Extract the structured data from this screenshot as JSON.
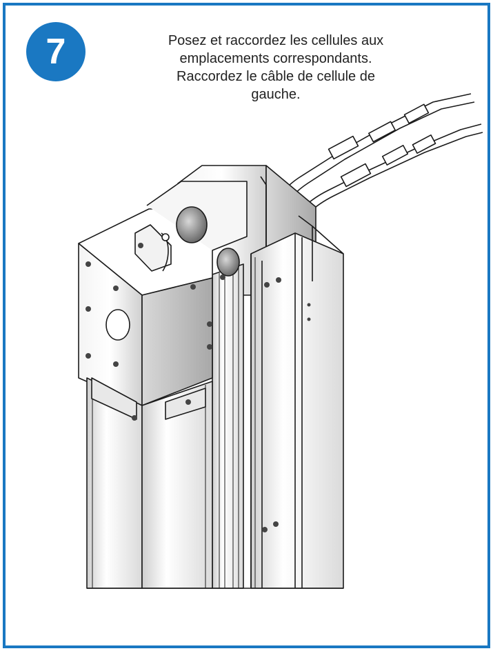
{
  "step": {
    "number": "7"
  },
  "instruction": {
    "lines": [
      "Posez et raccordez les cellules aux",
      "emplacements correspondants.",
      "Raccordez le câble de cellule de",
      "gauche."
    ]
  },
  "colors": {
    "accent": "#1a78c2",
    "text": "#222222"
  },
  "icons": [
    "step-number-badge",
    "column-assembly-illustration"
  ]
}
